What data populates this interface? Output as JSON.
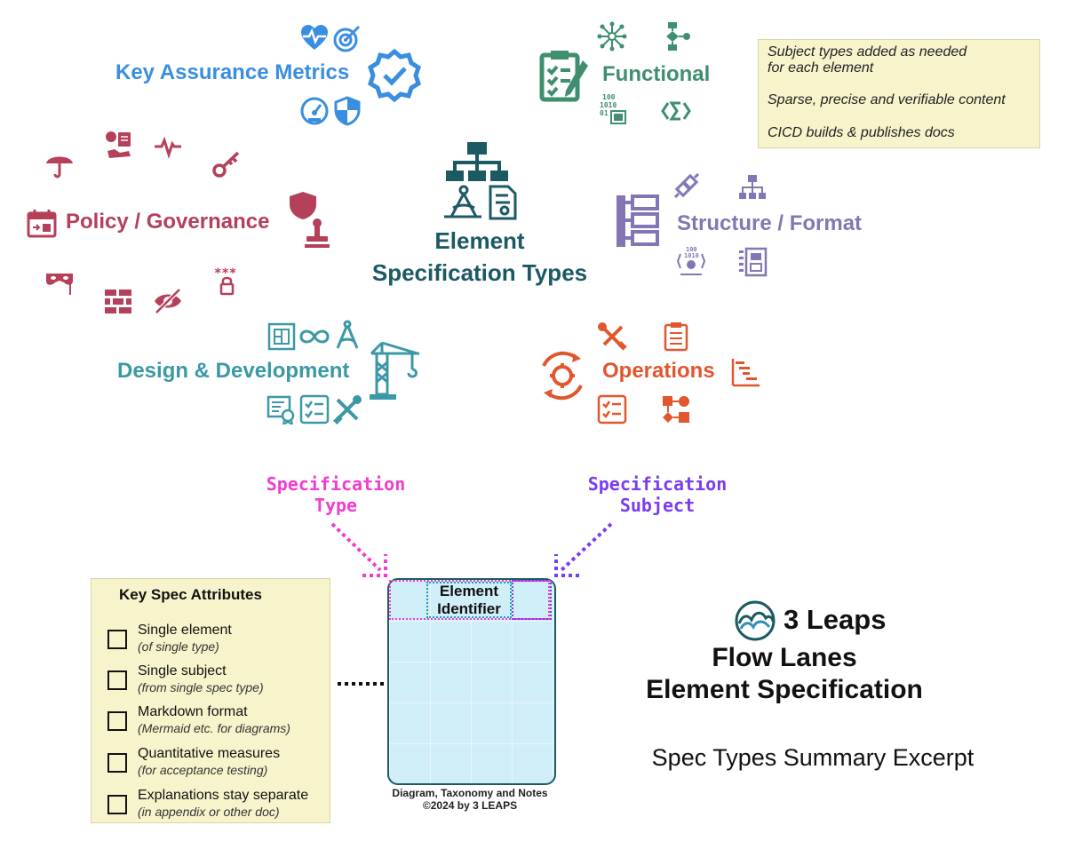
{
  "center": {
    "line1": "Element",
    "line2": "Specification Types",
    "color": "#1c5a63"
  },
  "categories": {
    "key_assurance": {
      "label": "Key Assurance Metrics",
      "color": "#3a8ee0"
    },
    "functional": {
      "label": "Functional",
      "color": "#3f8f6e"
    },
    "policy": {
      "label": "Policy  / Governance",
      "color": "#b4405a"
    },
    "structure": {
      "label": "Structure / Format",
      "color": "#8476b4"
    },
    "design": {
      "label": "Design & Development",
      "color": "#3b98a6"
    },
    "operations": {
      "label": "Operations",
      "color": "#e0572e"
    }
  },
  "icon_names": {
    "key_assurance": [
      "heart-pulse-icon",
      "target-icon",
      "verified-badge-icon",
      "gauge-icon",
      "shield-icon"
    ],
    "functional": [
      "network-icon",
      "flowchart-icon",
      "clipboard-checklist-icon",
      "binary-data-icon",
      "sigma-code-icon"
    ],
    "policy": [
      "umbrella-icon",
      "rules-icon",
      "pulse-icon",
      "key-icon",
      "calendar-icon",
      "shield-icon",
      "stamp-icon",
      "mask-icon",
      "firewall-icon",
      "hidden-icon",
      "password-lock-icon"
    ],
    "structure": [
      "plug-icon",
      "hierarchy-icon",
      "tree-table-icon",
      "data-format-icon",
      "layout-icon"
    ],
    "design": [
      "blueprint-icon",
      "infinity-icon",
      "compass-icon",
      "crane-icon",
      "certificate-icon",
      "checklist-icon",
      "tools-icon"
    ],
    "operations": [
      "tools-icon",
      "clipboard-list-icon",
      "gear-cycle-icon",
      "gantt-icon",
      "checklist-icon",
      "workflow-icon"
    ],
    "center": [
      "hierarchy-icon",
      "drafting-compass-icon",
      "certified-document-icon"
    ]
  },
  "notes": {
    "line1a": "Subject types added as needed",
    "line1b": "for each element",
    "line2": "Sparse, precise and verifiable content",
    "line3": "CICD builds & publishes docs"
  },
  "labels": {
    "spec_type_1": "Specification",
    "spec_type_2": "Type",
    "spec_type_color": "#f03ccf",
    "spec_subject_1": "Specification",
    "spec_subject_2": "Subject",
    "spec_subject_color": "#7a3cf0",
    "element_id_1": "Element",
    "element_id_2": "Identifier"
  },
  "attributes": {
    "title": "Key Spec Attributes",
    "items": [
      {
        "main": "Single element",
        "sub": "(of single type)"
      },
      {
        "main": "Single subject",
        "sub": "(from single spec type)"
      },
      {
        "main": "Markdown format",
        "sub": "(Mermaid etc. for diagrams)"
      },
      {
        "main": "Quantitative measures",
        "sub": "(for acceptance testing)"
      },
      {
        "main": "Explanations stay separate",
        "sub": "(in appendix or other doc)"
      }
    ]
  },
  "footer": {
    "line1": "Diagram, Taxonomy and Notes",
    "line2": "©2024 by 3 LEAPS"
  },
  "brand": {
    "name": "3 Leaps",
    "title1": "Flow Lanes",
    "title2": "Element Specification",
    "subtitle": "Spec Types Summary Excerpt"
  }
}
